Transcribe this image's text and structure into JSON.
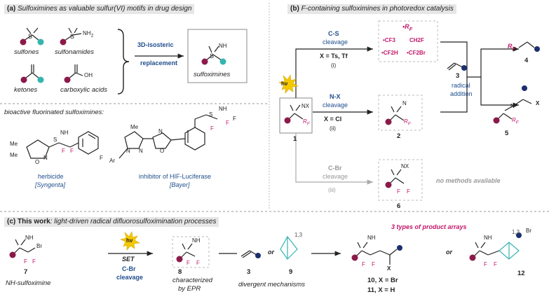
{
  "panel_a": {
    "header_tag": "(a)",
    "header_text": "Sulfoximines as valuable sulfur(VI) motifs in drug design",
    "sulfones": "sulfones",
    "sulfonamides": "sulfonamides",
    "nh2": "NH",
    "nh2_sub": "2",
    "ketones": "ketones",
    "carboxylic_acids": "carboxylic acids",
    "oh": "OH",
    "replacement_1": "3D-isosteric",
    "replacement_2": "replacement",
    "sulfoximines": "sulfoximines",
    "nh": "NH",
    "bioactive_header": "bioactive fluorinated sulfoximines:",
    "herbicide": "herbicide",
    "syngenta": "[Syngenta]",
    "inhibitor": "inhibitor of HIF-Luciferase",
    "bayer": "[Bayer]",
    "me": "Me",
    "ar": "Ar",
    "n": "N",
    "o": "O",
    "s": "S",
    "f": "F"
  },
  "panel_b": {
    "header_tag": "(b)",
    "header_text": "F-containing sulfoximines in photoredox catalysis",
    "cs_label": "C-S",
    "cs_cleavage": "cleavage",
    "cs_condition": "X = Ts, Tf",
    "cs_roman": "(i)",
    "nx_label": "N-X",
    "nx_cleavage": "cleavage",
    "nx_condition": "X = Cl",
    "nx_roman": "(ii)",
    "cbr_label": "C-Br",
    "cbr_cleavage": "cleavage",
    "cbr_roman": "(iii)",
    "hv": "hν",
    "rf": "R",
    "rf_sub": "F",
    "radicals": [
      "•CF3",
      "CH2F",
      "•CF2H",
      "•CF2Br"
    ],
    "compound_1": "1",
    "compound_2": "2",
    "compound_3": "3",
    "compound_4": "4",
    "compound_5": "5",
    "compound_6": "6",
    "radical_addition_1": "radical",
    "radical_addition_2": "addition",
    "no_methods": "no methods available",
    "nx": "NX",
    "x": "X"
  },
  "panel_c": {
    "header_tag": "(c)",
    "header_bold": "This work",
    "header_text": ": light-driven radical difluorosulfoximination processes",
    "three_types": "3 types of product arrays",
    "nh_sulfoximine": "NH-sulfoximine",
    "compound_7": "7",
    "compound_8": "8",
    "compound_3": "3",
    "compound_9": "9",
    "compound_10": "10, X = Br",
    "compound_11": "11, X = H",
    "compound_12": "12",
    "set": "SET",
    "cbr": "C-Br",
    "cleavage": "cleavage",
    "characterized": "characterized",
    "by_epr": "by EPR",
    "divergent": "divergent mechanisms",
    "or": "or",
    "br": "Br",
    "x": "X",
    "one_three": "1,3"
  },
  "colors": {
    "blue": "#1f4e8c",
    "magenta": "#c2186a",
    "teal": "#34b5b0",
    "maroon": "#8b1a4a",
    "navy": "#1c2f6e",
    "hv_yellow": "#f6c800"
  }
}
